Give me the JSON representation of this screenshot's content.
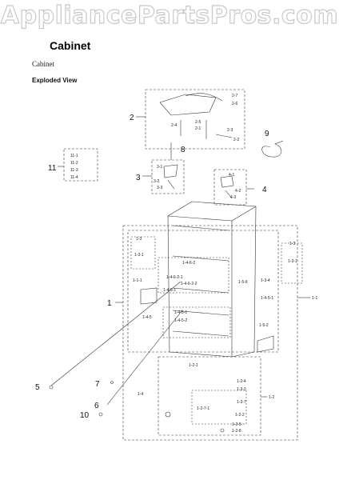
{
  "watermark": "AppliancePartsPros.com",
  "title": "Cabinet",
  "subtitle": "Cabinet",
  "view_label": "Exploded View",
  "callouts": {
    "c1": "1",
    "c2": "2",
    "c3": "3",
    "c4": "4",
    "c5": "5",
    "c6": "6",
    "c7": "7",
    "c8": "8",
    "c9": "9",
    "c10": "10",
    "c11": "11"
  },
  "labels": {
    "l2_7": "2-7",
    "l2_6": "2-6",
    "l2_5": "2-5",
    "l2_4": "2-4",
    "l2_1": "2-1",
    "l2_3": "2-3",
    "l2_2": "2-2",
    "l11_1": "11-1",
    "l11_2": "11-2",
    "l11_3": "11-3",
    "l11_4": "11-4",
    "l3_1": "3-1",
    "l3_2": "3-2",
    "l3_3": "3-3",
    "l4_1": "4-1",
    "l4_2": "4-2",
    "l4_3": "4-3",
    "l1_3a": "1-3",
    "l1_3_1a": "1-3-1",
    "l1_1_1": "1-1-1",
    "l1_4_6_2": "1-4-6-2",
    "l1_4_6_2_1": "1-4-6-2-1",
    "l1_4_6_1": "1-4-6-1",
    "l1_4_6_2_2": "1-4-6-2-2",
    "l1_5_6": "1-5-6",
    "l1_3b": "1-3",
    "l1_3_1b": "1-3-1",
    "l1_3_4": "1-3-4",
    "l1_4_5_1": "1-4-5-1",
    "l1_1": "1-1",
    "l1_4_5": "1-4-5",
    "l1_4_5_1b": "1-4-5-1",
    "l1_4_5_2": "1-4-5-2",
    "l1_5_2": "1-5-2",
    "l1_2_1": "1-2-1",
    "l1_2_4": "1-2-4",
    "l1_3_3": "1-3-3",
    "l1_3_7": "1-3-7",
    "l1_2_7_1": "1-2-7-1",
    "l1_2_2": "1-2-2",
    "l1_2_5": "1-2-5",
    "l1_2_8": "1-2-8",
    "l1_2": "1-2",
    "l1_4": "1-4"
  }
}
